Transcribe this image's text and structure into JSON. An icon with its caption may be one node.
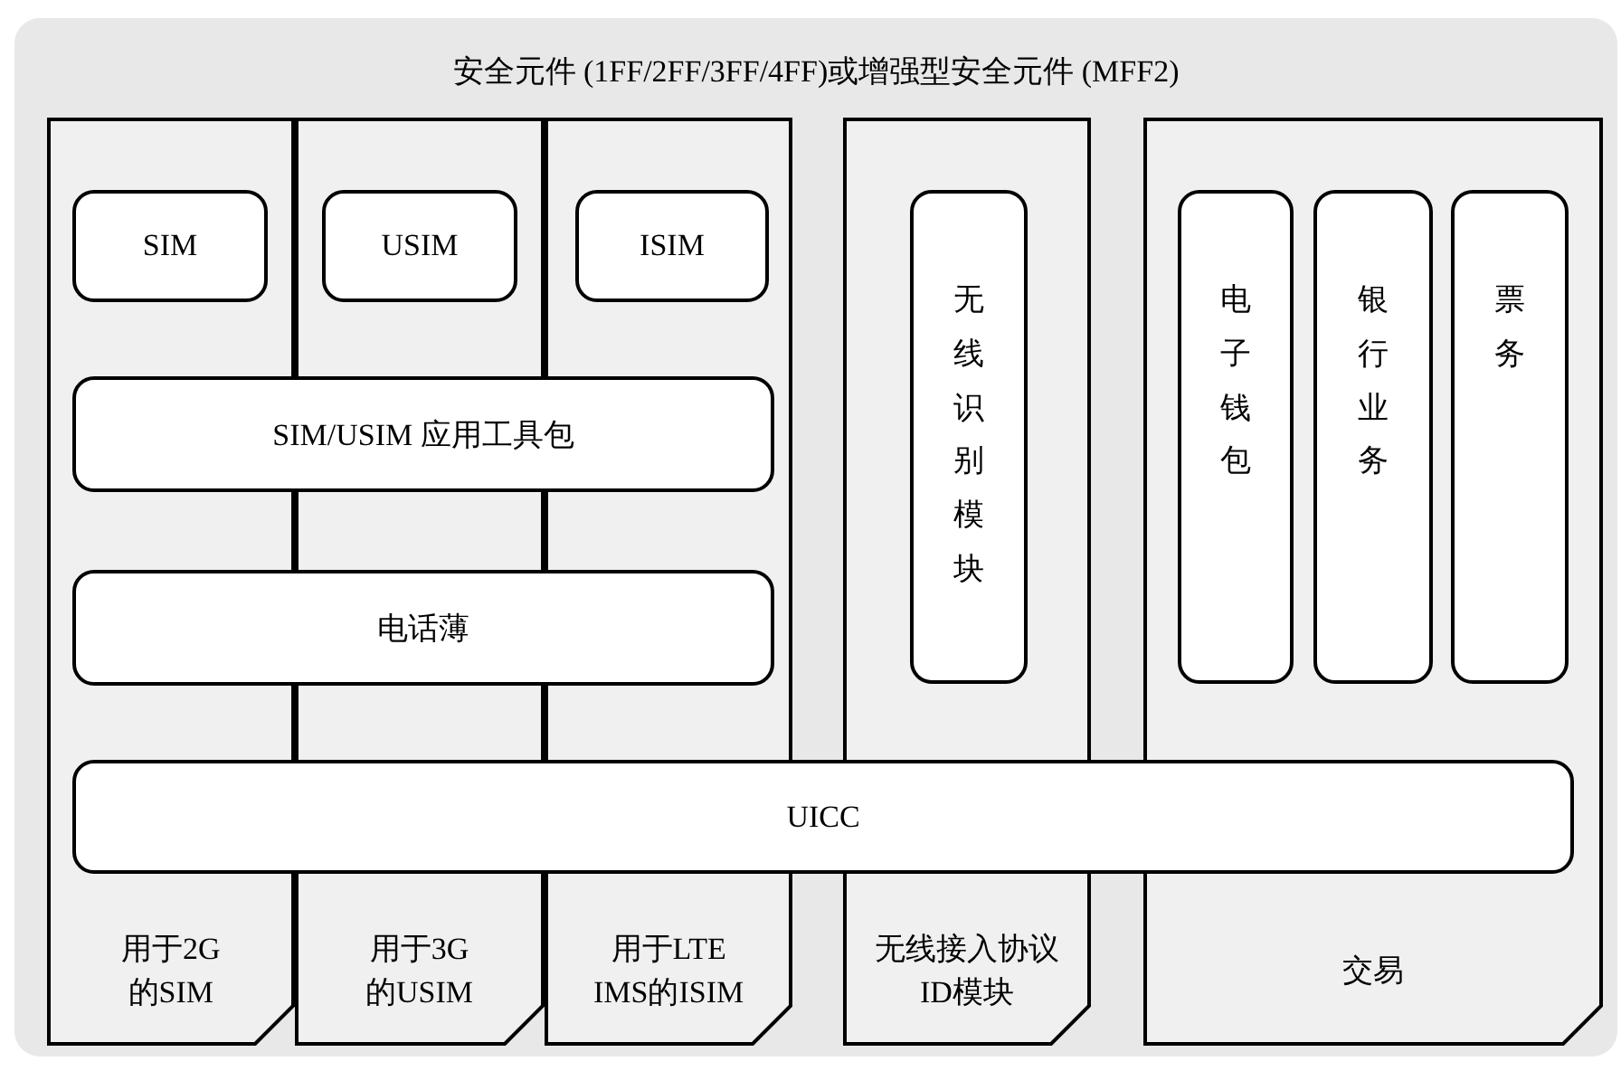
{
  "diagram": {
    "nodes": [
      {
        "text": [
          "安全元件 (1FF/2FF/3FF/4FF)或增强型安全元件 (MFF2)"
        ]
      },
      {
        "text": [
          "用于2G 的SIM"
        ],
        "in": 0
      },
      {
        "text": [
          "SIM"
        ],
        "in": 1
      },
      {
        "text": [
          "用于3G 的USIM"
        ],
        "in": 0
      },
      {
        "text": [
          "USIM"
        ],
        "in": 3
      },
      {
        "text": [
          "用于LTE IMS的ISIM"
        ],
        "in": 0
      },
      {
        "text": [
          "ISIM"
        ],
        "in": 5
      },
      {
        "text": [
          "无线接入协议 ID模块"
        ],
        "in": 0
      },
      {
        "text": [
          "无线识别模块"
        ],
        "in": 7
      },
      {
        "text": [
          "交易"
        ],
        "in": 0
      },
      {
        "text": [
          "电子钱包"
        ],
        "in": 9
      },
      {
        "text": [
          "银行业务"
        ],
        "in": 9
      },
      {
        "text": [
          "票务"
        ],
        "in": 9
      },
      {
        "text": [
          "SIM/USIM 应用工具包"
        ],
        "in": 0
      },
      {
        "text": [
          "电话薄"
        ],
        "in": 0
      },
      {
        "text": [
          "UICC"
        ],
        "in": 0
      }
    ],
    "edges": []
  }
}
